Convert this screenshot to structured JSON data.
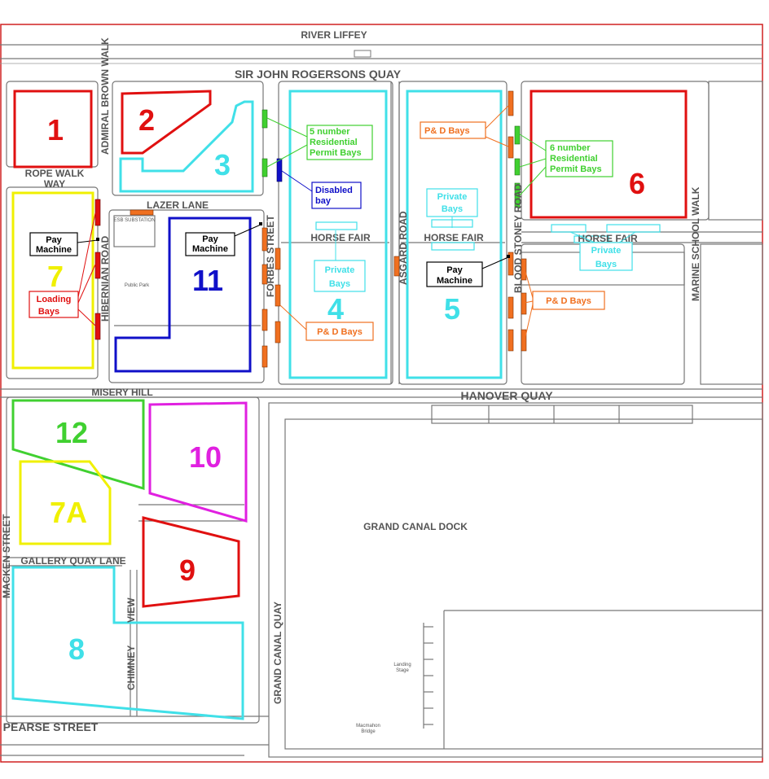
{
  "streets": {
    "river": "RIVER LIFFEY",
    "quay_top": "SIR JOHN ROGERSONS QUAY",
    "admiral": "ADMIRAL BROWN WALK",
    "rope_walk_1": "ROPE WALK",
    "rope_walk_2": "WAY",
    "lazer": "LAZER LANE",
    "hibernian": "HIBERNIAN ROAD",
    "forbes": "FORBES STREET",
    "horse_fair": "HORSE FAIR",
    "asgard": "ASGARD ROAD",
    "blood_stoney": "BLOOD STONEY ROAD",
    "marine": "MARINE SCHOOL WALK",
    "misery": "MISERY HILL",
    "hanover": "HANOVER QUAY",
    "gallery": "GALLERY QUAY LANE",
    "grand_canal_quay": "GRAND CANAL QUAY",
    "chimney": "CHIMNEY",
    "view": "VIEW",
    "pearse": "PEARSE STREET",
    "dock": "GRAND CANAL DOCK",
    "left_edge": "MACKEN STREET",
    "substation": "ESB SUBSTATION",
    "public_park": "Public Park",
    "landing_1": "Landing",
    "landing_2": "Stage",
    "bridge_1": "Macmahon",
    "bridge_2": "Bridge"
  },
  "sites": {
    "s1": "1",
    "s2": "2",
    "s3": "3",
    "s4": "4",
    "s5": "5",
    "s6": "6",
    "s7": "7",
    "s7a": "7A",
    "s8": "8",
    "s9": "9",
    "s10": "10",
    "s11": "11",
    "s12": "12"
  },
  "labels": {
    "res5_1": "5 number",
    "res5_2": "Residential",
    "res5_3": "Permit Bays",
    "res6_1": "6  number",
    "res6_2": "Residential",
    "res6_3": "Permit Bays",
    "disabled_1": "Disabled",
    "disabled_2": "bay",
    "pd_top": "P& D Bays",
    "pd_4": "P& D Bays",
    "pd_5": "P& D Bays",
    "private_1": "Private",
    "private_2": "Bays",
    "pay_1": "Pay",
    "pay_2": "Machine",
    "loading_1": "Loading",
    "loading_2": "Bays"
  },
  "colors": {
    "red": "#e01010",
    "cyan": "#40e0e8",
    "yellow": "#f0f000",
    "blue": "#1010c8",
    "green": "#40d030",
    "magenta": "#e020e0",
    "orange": "#f07020",
    "frame": "#d02020"
  }
}
